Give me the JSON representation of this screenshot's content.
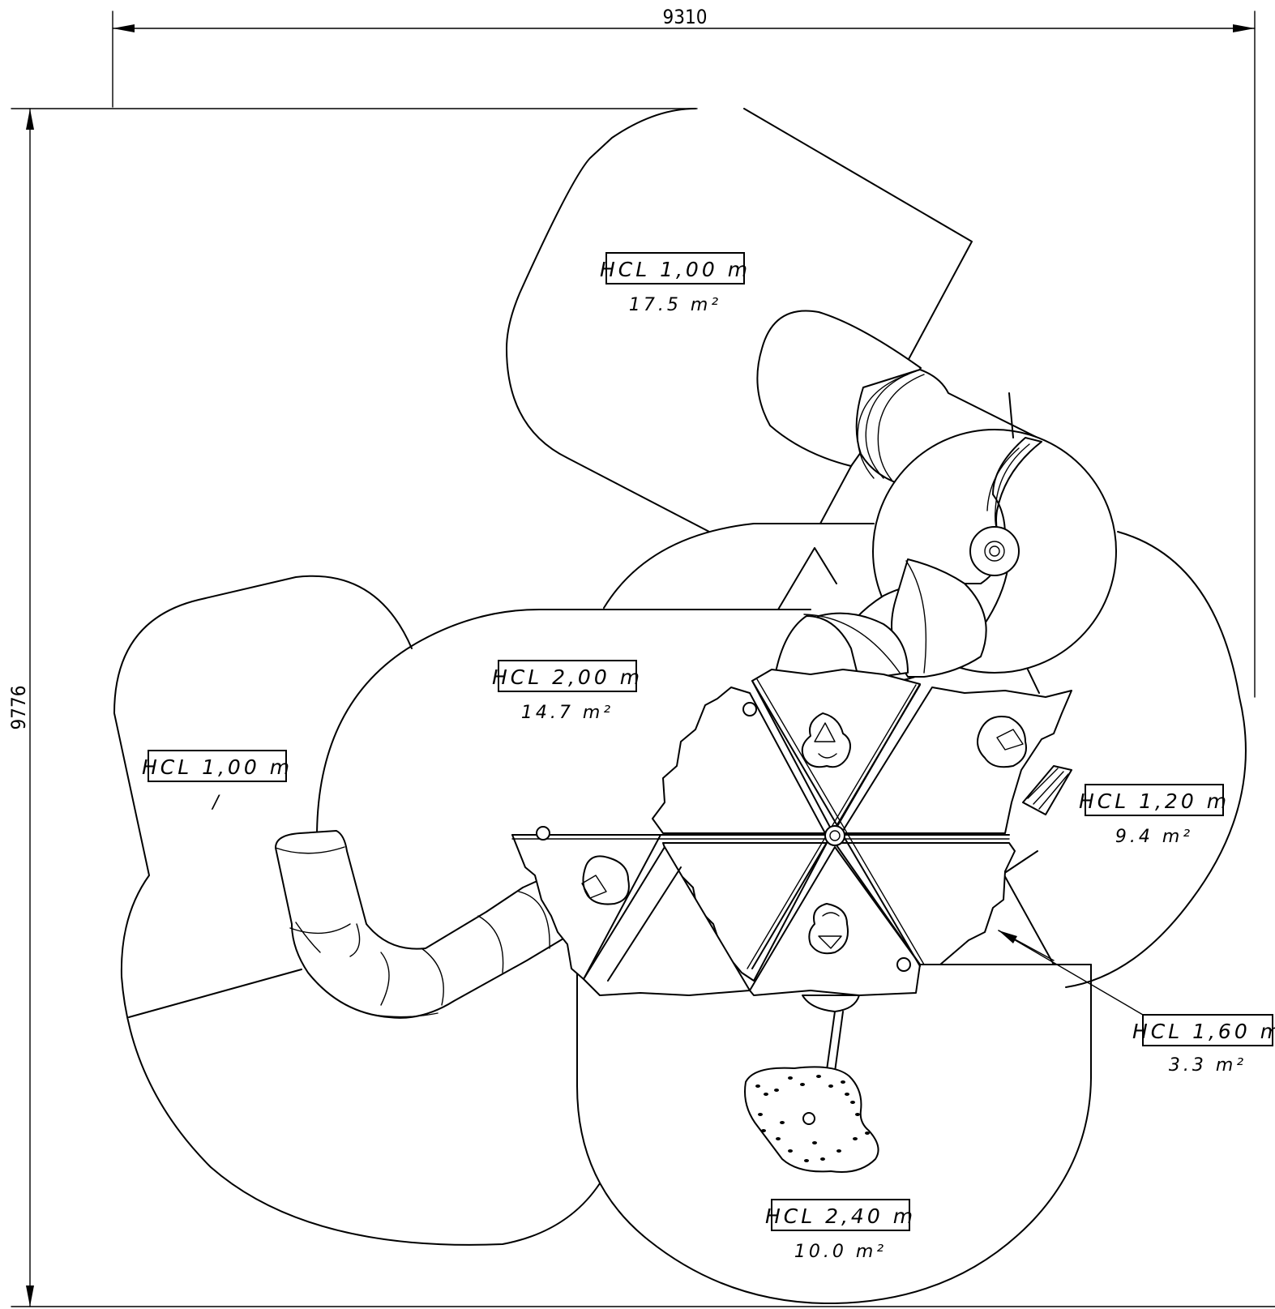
{
  "dimensions": {
    "width": "9310",
    "height": "9776"
  },
  "zones": [
    {
      "hcl": "HCL 1,00 m",
      "area": "17.5 m²"
    },
    {
      "hcl": "HCL 2,00 m",
      "area": "14.7 m²"
    },
    {
      "hcl": "HCL 1,00 m",
      "area": "/"
    },
    {
      "hcl": "HCL 1,20 m",
      "area": "9.4 m²"
    },
    {
      "hcl": "HCL 1,60 m",
      "area": "3.3 m²"
    },
    {
      "hcl": "HCL 2,40 m",
      "area": "10.0 m²"
    }
  ]
}
